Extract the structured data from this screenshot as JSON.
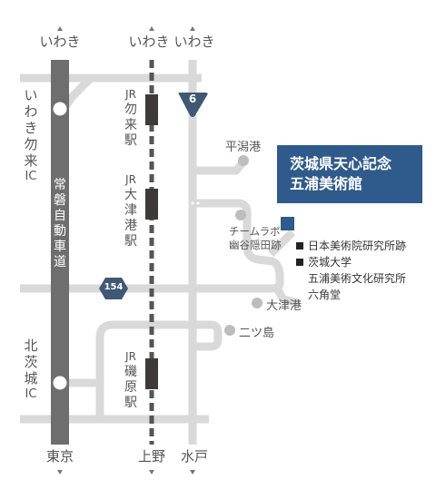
{
  "top_directions": [
    "いわき",
    "いわき",
    "いわき"
  ],
  "bottom_directions": [
    "東京",
    "上野",
    "水戸"
  ],
  "route_number": "6",
  "route_number_2": "154",
  "ic_north": [
    "い",
    "わ",
    "き",
    "勿",
    "来",
    "IC"
  ],
  "ic_south": [
    "北",
    "茨",
    "城",
    "IC"
  ],
  "expressway": [
    "常",
    "磐",
    "自",
    "動",
    "車",
    "道"
  ],
  "station_1": [
    "JR",
    "勿",
    "来",
    "駅"
  ],
  "station_2": [
    "JR",
    "大",
    "津",
    "港",
    "駅"
  ],
  "station_3": [
    "JR",
    "磯",
    "原",
    "駅"
  ],
  "places": {
    "hiragata": "平潟港",
    "team_lab_1": "チームラボ",
    "team_lab_2": "幽谷隠田跡",
    "otsu": "大津港",
    "futatsujima": "二ツ島"
  },
  "museum": {
    "line1": "茨城県天心記念",
    "line2": "五浦美術館"
  },
  "legend": {
    "item1": "日本美術院研究所跡",
    "item2_a": "茨城大学",
    "item2_b": "五浦美術文化研究所",
    "item2_c": "六角堂"
  },
  "colors": {
    "expressway": "#6e6e6e",
    "road": "#d9d9d9",
    "rail": "#555555",
    "station": "#3e3a39",
    "museum": "#2f5a8c",
    "place_dot": "#bdbdbd"
  }
}
